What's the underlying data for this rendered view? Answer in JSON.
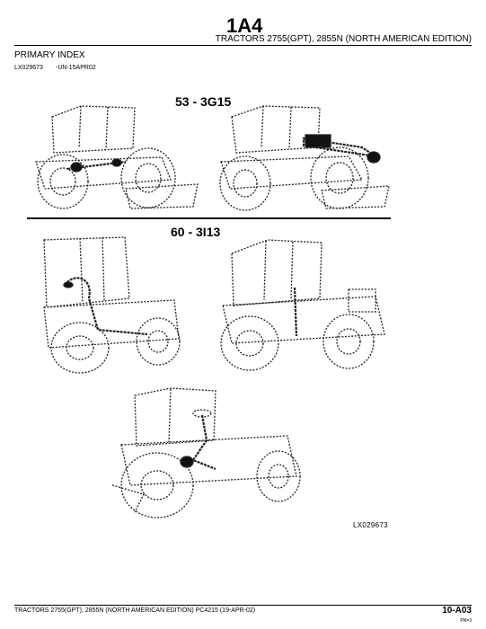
{
  "header": {
    "code": "1A4",
    "title": "TRACTORS 2755(GPT), 2855N (NORTH AMERICAN EDITION)"
  },
  "index": {
    "title": "PRIMARY INDEX",
    "lx": "LX029673",
    "un": "-UN-15APR02"
  },
  "sections": [
    {
      "label": "53 - 3G15"
    },
    {
      "label": "60 - 3I13"
    }
  ],
  "figure_id": "LX029673",
  "footer": {
    "text": "TRACTORS 2755(GPT), 2855N (NORTH AMERICAN EDITION)  PC4215   (19-APR-02)",
    "page": "10-A03",
    "sub": "PN=3"
  }
}
